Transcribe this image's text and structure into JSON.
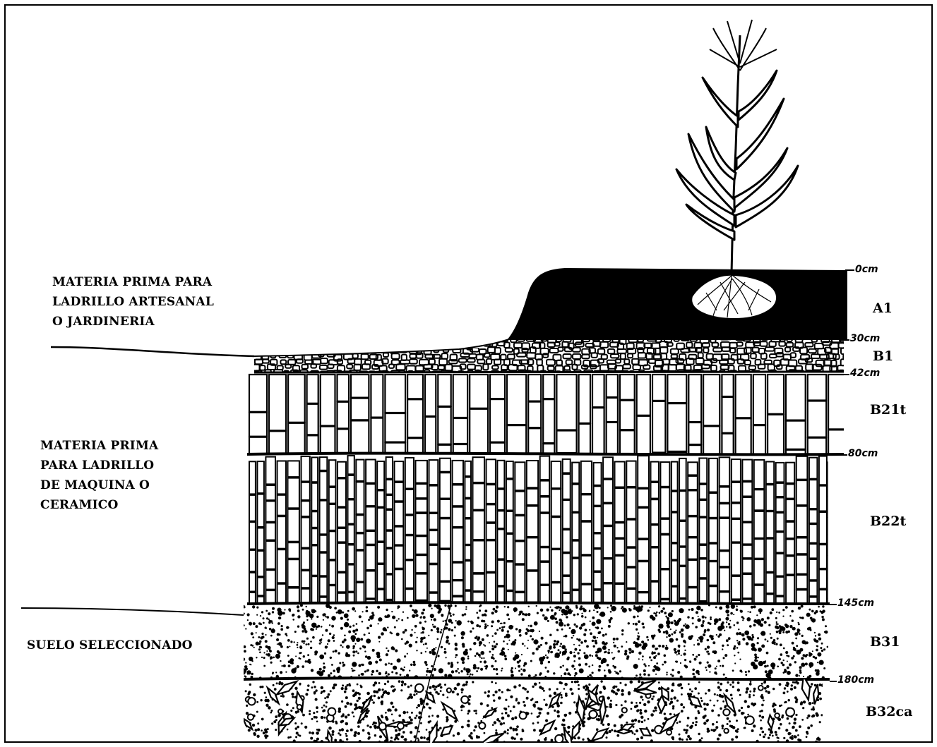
{
  "labels": {
    "artesanal": [
      "MATERIA PRIMA PARA",
      "LADRILLO ARTESANAL",
      "O JARDINERIA"
    ],
    "maquina": [
      "MATERIA PRIMA",
      "PARA LADRILLO",
      "DE MAQUINA  O",
      "CERAMICO"
    ],
    "suelo": [
      "SUELO SELECCIONADO"
    ]
  },
  "horizons": [
    {
      "name": "A1",
      "depth_top": "0cm"
    },
    {
      "name": "B1",
      "depth_top": "30cm"
    },
    {
      "name": "B21t",
      "depth_top": "42cm"
    },
    {
      "name": "B22t",
      "depth_top": "80cm"
    },
    {
      "name": "B31",
      "depth_top": "145cm"
    },
    {
      "name": "B32ca",
      "depth_top": "180cm"
    }
  ],
  "colors": {
    "ink": "#000000",
    "paper": "#ffffff"
  }
}
